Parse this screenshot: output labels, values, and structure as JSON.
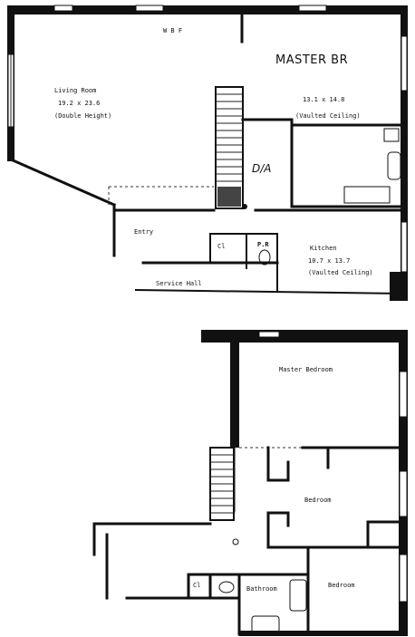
{
  "upper_floor": {
    "wbf_label": "W B F",
    "master_br_label": "MASTER BR",
    "living_room": {
      "name": "Living Room",
      "dims": "19.2 x 23.6",
      "note": "(Double Height)"
    },
    "master_br_dims": "13.1 x 14.8",
    "master_br_note": "(Vaulted Ceiling)",
    "da_label": "D/A",
    "entry_label": "Entry",
    "closet_label": "Cl",
    "powder_room_label": "P.R",
    "kitchen": {
      "name": "Kitchen",
      "dims": "10.7 x 13.7",
      "note": "(Vaulted Ceiling)"
    },
    "service_hall_label": "Service Hall"
  },
  "lower_floor": {
    "master_bedroom_label": "Master Bedroom",
    "bedroom_label": "Bedroom",
    "closet_label": "Cl",
    "bathroom_label": "Bathroom",
    "bedroom2_label": "Bedroom"
  }
}
